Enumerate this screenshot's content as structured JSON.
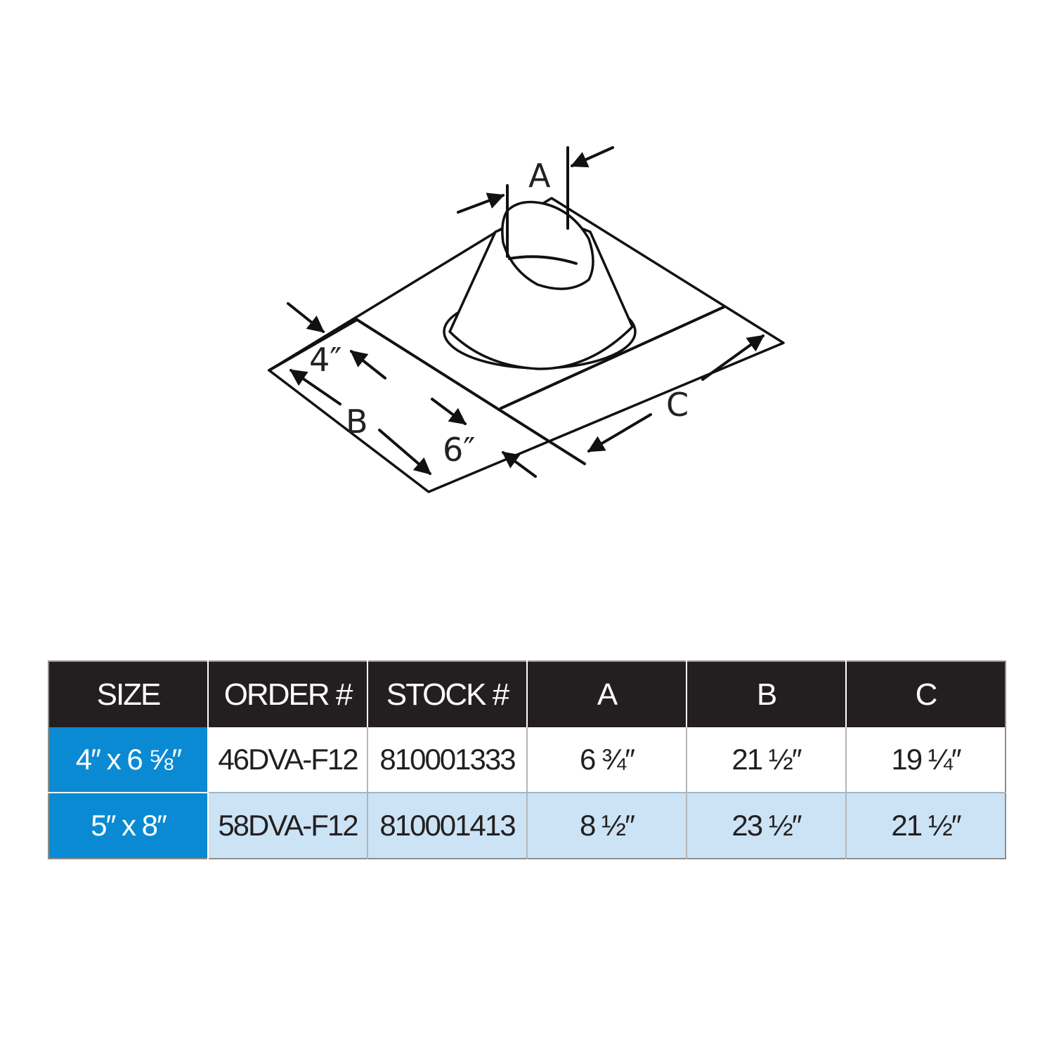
{
  "diagram": {
    "labels": {
      "a": "A",
      "b": "B",
      "c": "C",
      "four_inch": "4″",
      "six_inch": "6″"
    }
  },
  "table": {
    "headers": [
      "SIZE",
      "ORDER #",
      "STOCK #",
      "A",
      "B",
      "C"
    ],
    "rows": [
      {
        "size": "4″ x 6 ⅝″",
        "order": "46DVA-F12",
        "stock": "810001333",
        "a": "6 ¾″",
        "b": "21 ½″",
        "c": "19 ¼″"
      },
      {
        "size": "5″ x 8″",
        "order": "58DVA-F12",
        "stock": "810001413",
        "a": "8 ½″",
        "b": "23 ½″",
        "c": "21 ½″"
      }
    ],
    "colors": {
      "header_bg": "#231f20",
      "size_bg": "#0a8ad2",
      "alt_row_bg": "#cce3f5"
    }
  }
}
